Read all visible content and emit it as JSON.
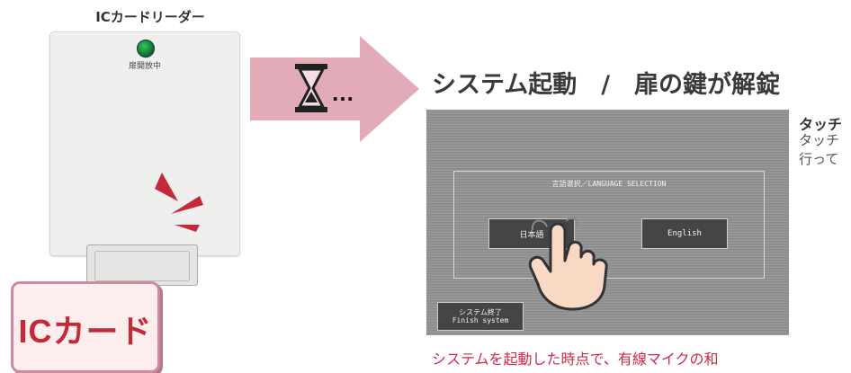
{
  "reader": {
    "title": "ICカードリーダー",
    "led_label": "扉開放中",
    "led_color": "#1a9a3c"
  },
  "card": {
    "label": "ICカード",
    "accent": "#c22a3a"
  },
  "transition": {
    "icon": "hourglass-icon",
    "dots": "…"
  },
  "headline": "システム起動　/　扉の鍵が解錠",
  "screen": {
    "language_title": "言語選択／LANGUAGE SELECTION",
    "japanese_button": "日本語",
    "english_button": "English",
    "finish_label_ja": "システム終了",
    "finish_label_en": "Finish system"
  },
  "side": {
    "title": "タッチ",
    "line1": "タッチ",
    "line2": "行って"
  },
  "note": "システムを起動した時点で、有線マイクの和"
}
